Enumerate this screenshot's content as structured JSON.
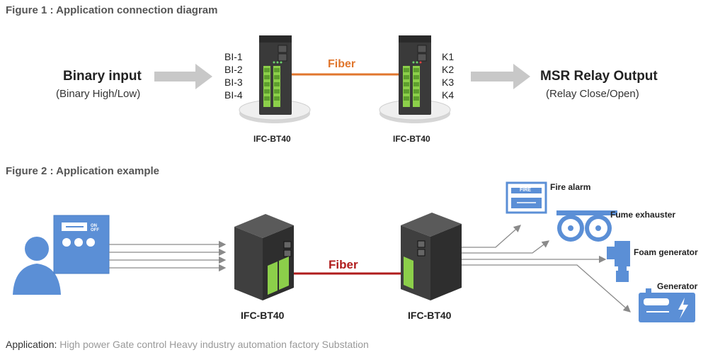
{
  "figure1": {
    "title": "Figure 1 : Application connection diagram",
    "input_title": "Binary input",
    "input_sub": "(Binary High/Low)",
    "inputs": [
      "BI-1",
      "BI-2",
      "BI-3",
      "BI-4"
    ],
    "fiber_label": "Fiber",
    "outputs": [
      "K1",
      "K2",
      "K3",
      "K4"
    ],
    "output_title": "MSR Relay Output",
    "output_sub": "(Relay Close/Open)",
    "device_left": "IFC-BT40",
    "device_right": "IFC-BT40"
  },
  "figure2": {
    "title": "Figure 2 : Application example",
    "panel_switch_on": "ON",
    "panel_switch_off": "OFF",
    "fiber_label": "Fiber",
    "device_left": "IFC-BT40",
    "device_right": "IFC-BT40",
    "fire_alarm_sign": "FIRE",
    "equipment": [
      "Fire alarm",
      "Fume exhauster",
      "Foam generator",
      "Generator"
    ]
  },
  "application": {
    "label": "Application:",
    "text": "High power Gate control Heavy industry automation factory Substation"
  },
  "colors": {
    "fiber1": "#e0762d",
    "fiber2": "#b01c1c",
    "terminal_green": "#8ccf4a",
    "device_dark": "#3a3a3a",
    "icon_blue": "#5b8fd6",
    "arrow_gray": "#c8c8c8"
  }
}
